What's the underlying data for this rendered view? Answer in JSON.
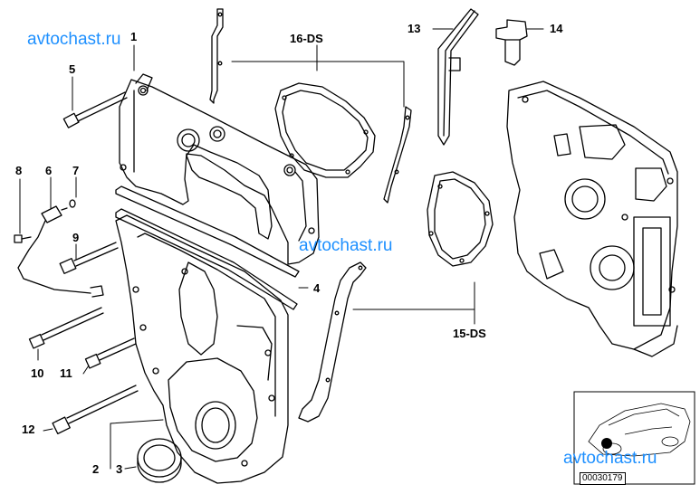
{
  "callouts": {
    "c1": "1",
    "c2": "2",
    "c3": "3",
    "c4": "4",
    "c5": "5",
    "c6": "6",
    "c7": "7",
    "c8": "8",
    "c9": "9",
    "c10": "10",
    "c11": "11",
    "c12": "12",
    "c13": "13",
    "c14": "14",
    "c15": "15-DS",
    "c16": "16-DS"
  },
  "watermarks": {
    "top_left": "avtochast.ru",
    "center": "avtochast.ru",
    "bottom_right": "avtochast.ru"
  },
  "inset": {
    "code": "00030179"
  },
  "colors": {
    "line": "#000000",
    "watermark": "#1e90ff",
    "background": "#ffffff"
  }
}
